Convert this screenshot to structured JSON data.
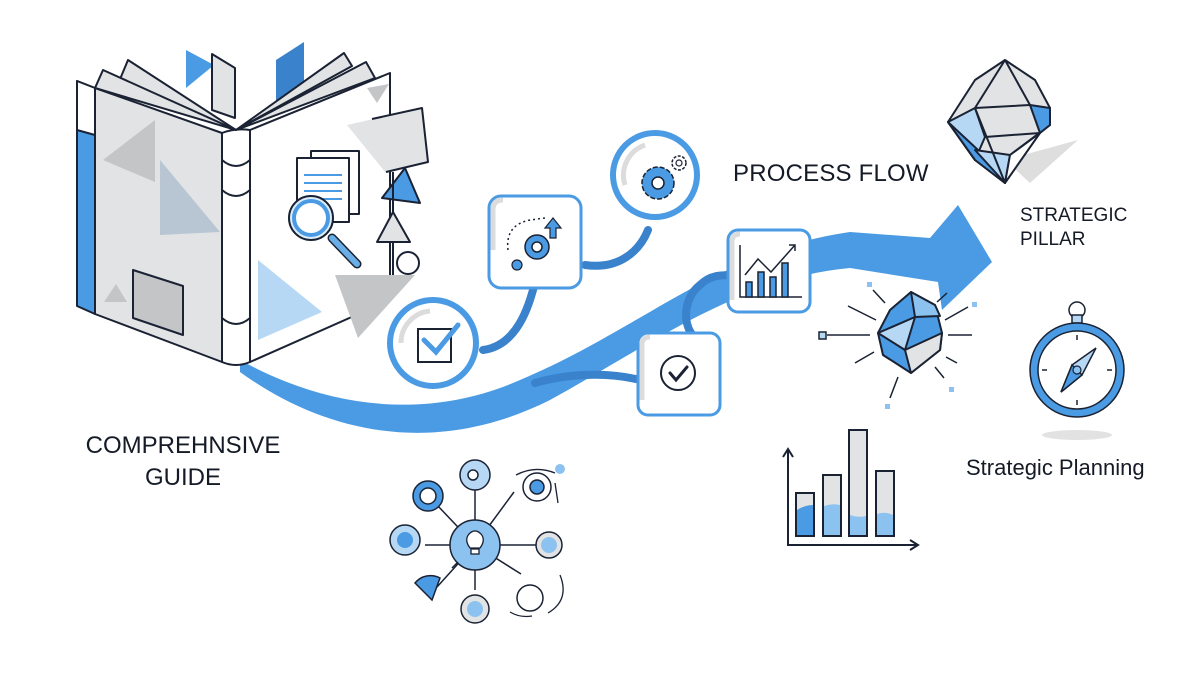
{
  "labels": {
    "process_flow": "PROCESS FLOW",
    "strategic_pillar_line1": "STRATEGIC",
    "strategic_pillar_line2": "PILLAR",
    "guide_line1": "COMPREHNSIVE",
    "guide_line2": "GUIDE",
    "strategic_planning": "Strategic Planning"
  },
  "colors": {
    "accent": "#4a9be3",
    "accent_dark": "#3a82cc",
    "accent_light": "#b7d8f4",
    "outline": "#1a2233",
    "gray_fill": "#e2e3e5",
    "gray_mid": "#c4c5c7",
    "slate": "#b7c6d2"
  },
  "icons": {
    "book": "open-book-icon",
    "process_nodes": [
      "checkbox-icon",
      "gear-arrow-icon",
      "gears-icon",
      "check-circle-icon",
      "bar-chart-trend-icon"
    ],
    "pillar": "polyhedron-gem-icon",
    "insight": "gem-burst-icon",
    "planning": "compass-icon",
    "chart": "bar-chart-icon",
    "network": "lightbulb-network-icon"
  }
}
